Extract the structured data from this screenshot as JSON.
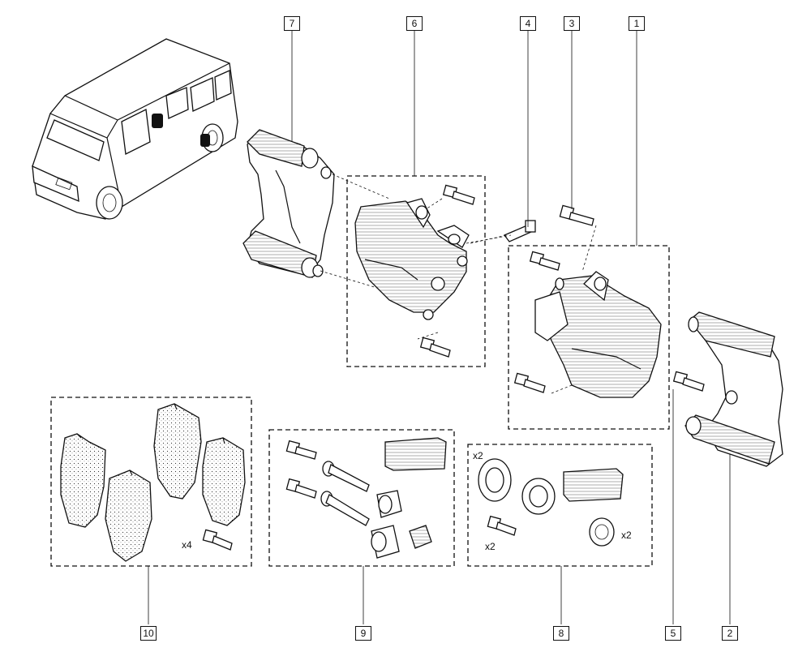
{
  "callouts": {
    "c1": "1",
    "c2": "2",
    "c3": "3",
    "c4": "4",
    "c5": "5",
    "c6": "6",
    "c7": "7",
    "c8": "8",
    "c9": "9",
    "c10": "10"
  },
  "quantities": {
    "pads_screw": "x4",
    "kit8_ring": "x2",
    "kit8_screw": "x2",
    "kit8_boot": "x2"
  },
  "icons": [
    "van-icon",
    "caliper-icon",
    "carrier-bracket-icon",
    "brake-pad-icon",
    "bolt-icon",
    "boot-icon",
    "seal-icon",
    "grease-sachet-icon"
  ]
}
